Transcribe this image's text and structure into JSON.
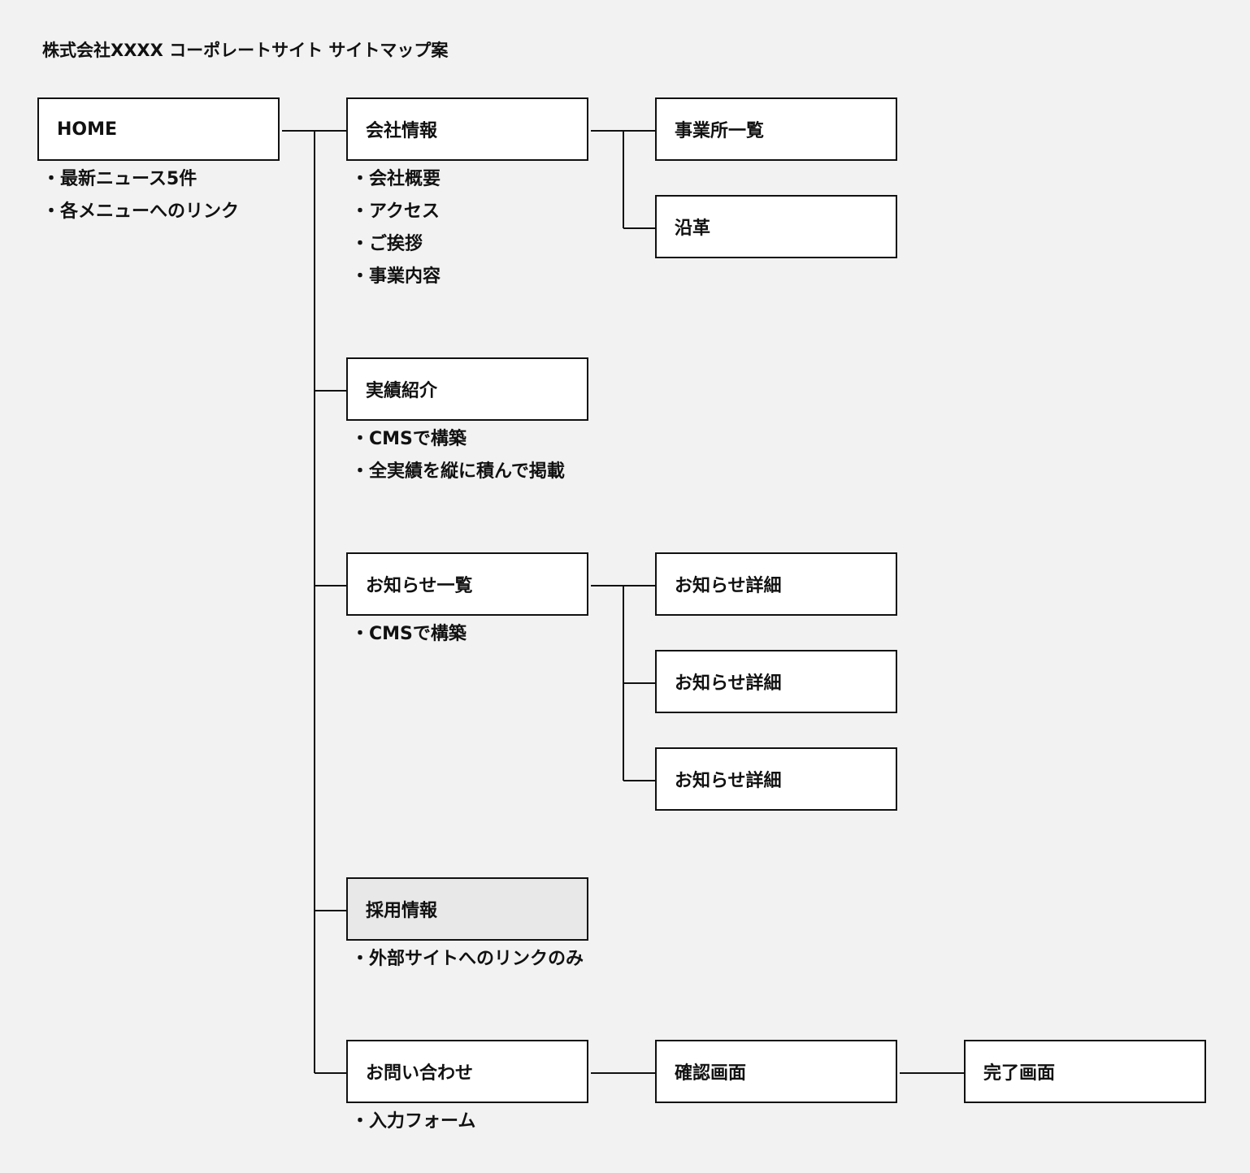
{
  "title": "株式会社XXXX コーポレートサイト サイトマップ案",
  "bullet": "・",
  "nodes": {
    "home": {
      "label": "HOME",
      "notes": [
        "最新ニュース5件",
        "各メニューへのリンク"
      ]
    },
    "company": {
      "label": "会社情報",
      "notes": [
        "会社概要",
        "アクセス",
        "ご挨拶",
        "事業内容"
      ]
    },
    "offices": {
      "label": "事業所一覧"
    },
    "history": {
      "label": "沿革"
    },
    "works": {
      "label": "実績紹介",
      "notes": [
        "CMSで構築",
        "全実績を縦に積んで掲載"
      ]
    },
    "news": {
      "label": "お知らせ一覧",
      "notes": [
        "CMSで構築"
      ]
    },
    "news_detail_1": {
      "label": "お知らせ詳細"
    },
    "news_detail_2": {
      "label": "お知らせ詳細"
    },
    "news_detail_3": {
      "label": "お知らせ詳細"
    },
    "recruit": {
      "label": "採用情報",
      "style": "external",
      "notes": [
        "外部サイトへのリンクのみ"
      ]
    },
    "contact": {
      "label": "お問い合わせ",
      "notes": [
        "入力フォーム"
      ]
    },
    "confirm": {
      "label": "確認画面"
    },
    "complete": {
      "label": "完了画面"
    }
  }
}
